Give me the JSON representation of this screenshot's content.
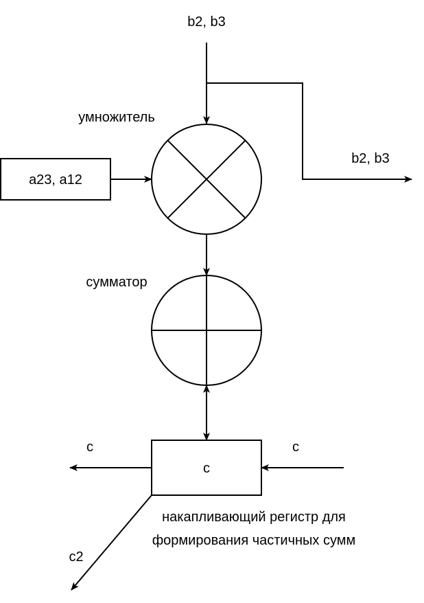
{
  "labels": {
    "top_input": "b2, b3",
    "right_output": "b2, b3",
    "multiplier": "умножитель",
    "adder": "сумматор",
    "a_block": "a23, a12",
    "register_block": "c",
    "left_output": "c",
    "right_input": "c",
    "register_line1": "накапливающий регистр для",
    "register_line2": "формирования частичных сумм",
    "diag_output": "c2"
  }
}
